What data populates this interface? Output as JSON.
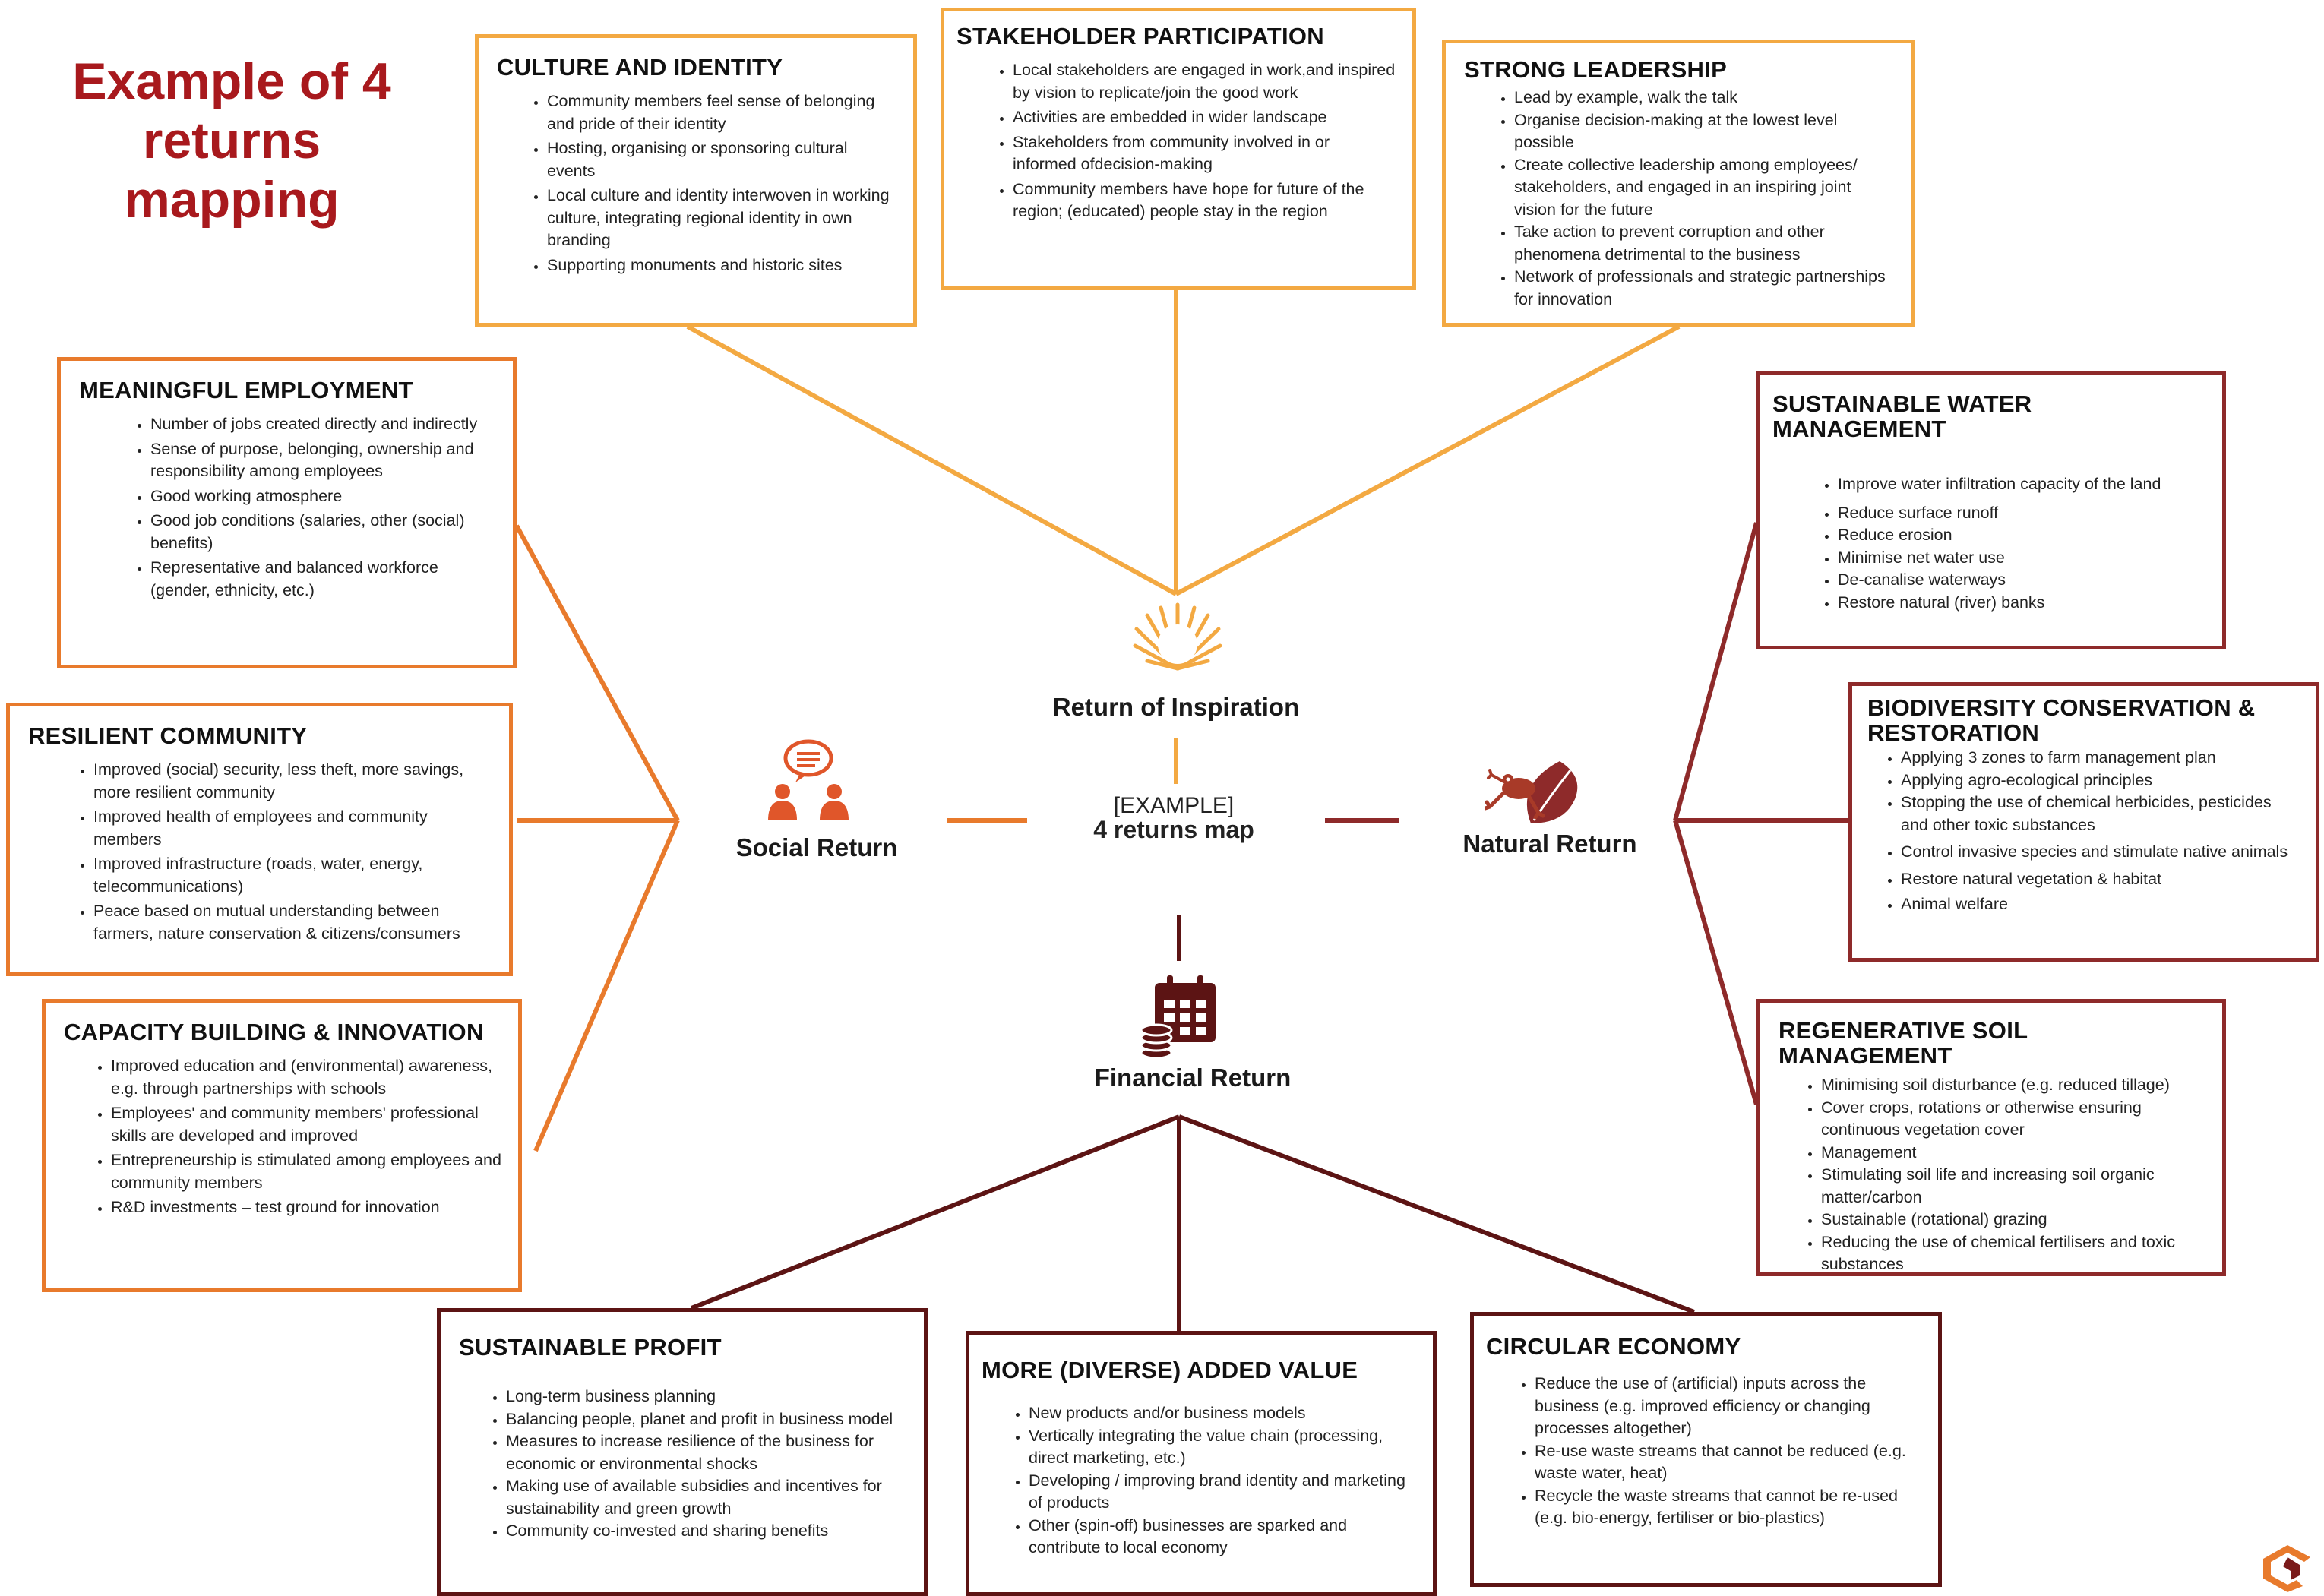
{
  "title": "Example of 4 returns mapping",
  "center": {
    "sub": "[EXAMPLE]",
    "main": "4 returns map"
  },
  "returns": {
    "inspiration": "Return of Inspiration",
    "social": "Social Return",
    "natural": "Natural Return",
    "financial": "Financial Return"
  },
  "colors": {
    "inspiration": "#f3a942",
    "social": "#e87a2c",
    "natural": "#8e2a2a",
    "financial": "#5c1414",
    "title": "#a8191d"
  },
  "icons": {
    "inspiration": "sunburst-heart-icon",
    "social": "people-chat-icon",
    "natural": "frog-leaf-icon",
    "financial": "calendar-coins-icon",
    "logo": "brand-logo-icon"
  },
  "boxes": {
    "culture": {
      "title": "CULTURE AND IDENTITY",
      "items": [
        "Community members feel sense of belonging and pride of their identity",
        "Hosting, organising or sponsoring cultural events",
        "Local culture and identity interwoven in working culture, integrating regional identity in own branding",
        "Supporting monuments and historic sites"
      ]
    },
    "stakeholder": {
      "title": "STAKEHOLDER PARTICIPATION",
      "items": [
        "Local stakeholders are engaged in work,and inspired by vision to replicate/join the good work",
        "Activities are embedded in wider landscape",
        "Stakeholders from community involved in or informed ofdecision-making",
        "Community members have hope for future of the region; (educated) people stay in the region"
      ]
    },
    "leadership": {
      "title": "STRONG LEADERSHIP",
      "items": [
        "Lead by example, walk the talk",
        "Organise decision-making at the lowest level possible",
        "Create collective leadership among employees/ stakeholders, and engaged in an inspiring joint vision for the future",
        "Take action to prevent corruption and other phenomena detrimental to the business",
        "Network of professionals and strategic partnerships for innovation"
      ]
    },
    "employment": {
      "title": "MEANINGFUL EMPLOYMENT",
      "items": [
        "Number of jobs created directly and indirectly",
        "Sense of purpose, belonging, ownership and responsibility among employees",
        "Good working atmosphere",
        "Good job conditions (salaries, other (social) benefits)",
        "Representative and balanced workforce (gender, ethnicity, etc.)"
      ]
    },
    "resilient": {
      "title": "RESILIENT COMMUNITY",
      "items": [
        "Improved (social) security, less theft, more savings, more resilient community",
        "Improved health of employees and community members",
        "Improved infrastructure (roads, water, energy, telecommunications)",
        "Peace based on mutual understanding between farmers, nature conservation & citizens/consumers"
      ]
    },
    "capacity": {
      "title": "CAPACITY BUILDING & INNOVATION",
      "items": [
        "Improved education and (environmental) awareness, e.g. through partnerships with schools",
        "Employees' and community members' professional skills are developed and improved",
        "Entrepreneurship is stimulated among employees and community members",
        "R&D investments – test ground for innovation"
      ]
    },
    "water": {
      "title": "SUSTAINABLE WATER MANAGEMENT",
      "items": [
        "Improve water infiltration capacity of the land",
        "Reduce surface runoff",
        "Reduce erosion",
        "Minimise net water use",
        "De-canalise waterways",
        "Restore natural (river) banks"
      ]
    },
    "biodiversity": {
      "title": "BIODIVERSITY CONSERVATION & RESTORATION",
      "items": [
        "Applying 3 zones to farm management plan",
        "Applying agro-ecological principles",
        "Stopping the use of chemical herbicides, pesticides and other toxic substances",
        "Control invasive species and stimulate native animals",
        "Restore natural vegetation & habitat",
        "Animal welfare"
      ]
    },
    "soil": {
      "title": "REGENERATIVE SOIL MANAGEMENT",
      "items": [
        "Minimising soil disturbance (e.g. reduced tillage)",
        "Cover crops, rotations or otherwise ensuring continuous vegetation cover",
        "Management",
        "Stimulating soil life and increasing soil organic matter/carbon",
        "Sustainable (rotational) grazing",
        "Reducing the use of chemical fertilisers and toxic substances"
      ]
    },
    "profit": {
      "title": "SUSTAINABLE PROFIT",
      "items": [
        "Long-term business planning",
        "Balancing people, planet and profit in business model",
        "Measures to increase resilience of the business for economic or environmental shocks",
        "Making use of available subsidies and incentives for sustainability and green growth",
        "Community co-invested and sharing benefits"
      ]
    },
    "value": {
      "title": "MORE (DIVERSE) ADDED VALUE",
      "items": [
        "New products and/or business models",
        "Vertically integrating the value chain (processing, direct marketing, etc.)",
        "Developing / improving brand identity and marketing of products",
        "Other (spin-off) businesses are sparked and contribute to local economy"
      ]
    },
    "circular": {
      "title": "CIRCULAR ECONOMY",
      "items": [
        "Reduce the use of (artificial) inputs across the business (e.g. improved efficiency or changing processes altogether)",
        "Re-use waste streams that cannot be reduced (e.g. waste water, heat)",
        "Recycle the waste streams that cannot be re-used (e.g. bio-energy, fertiliser or bio-plastics)"
      ]
    }
  }
}
